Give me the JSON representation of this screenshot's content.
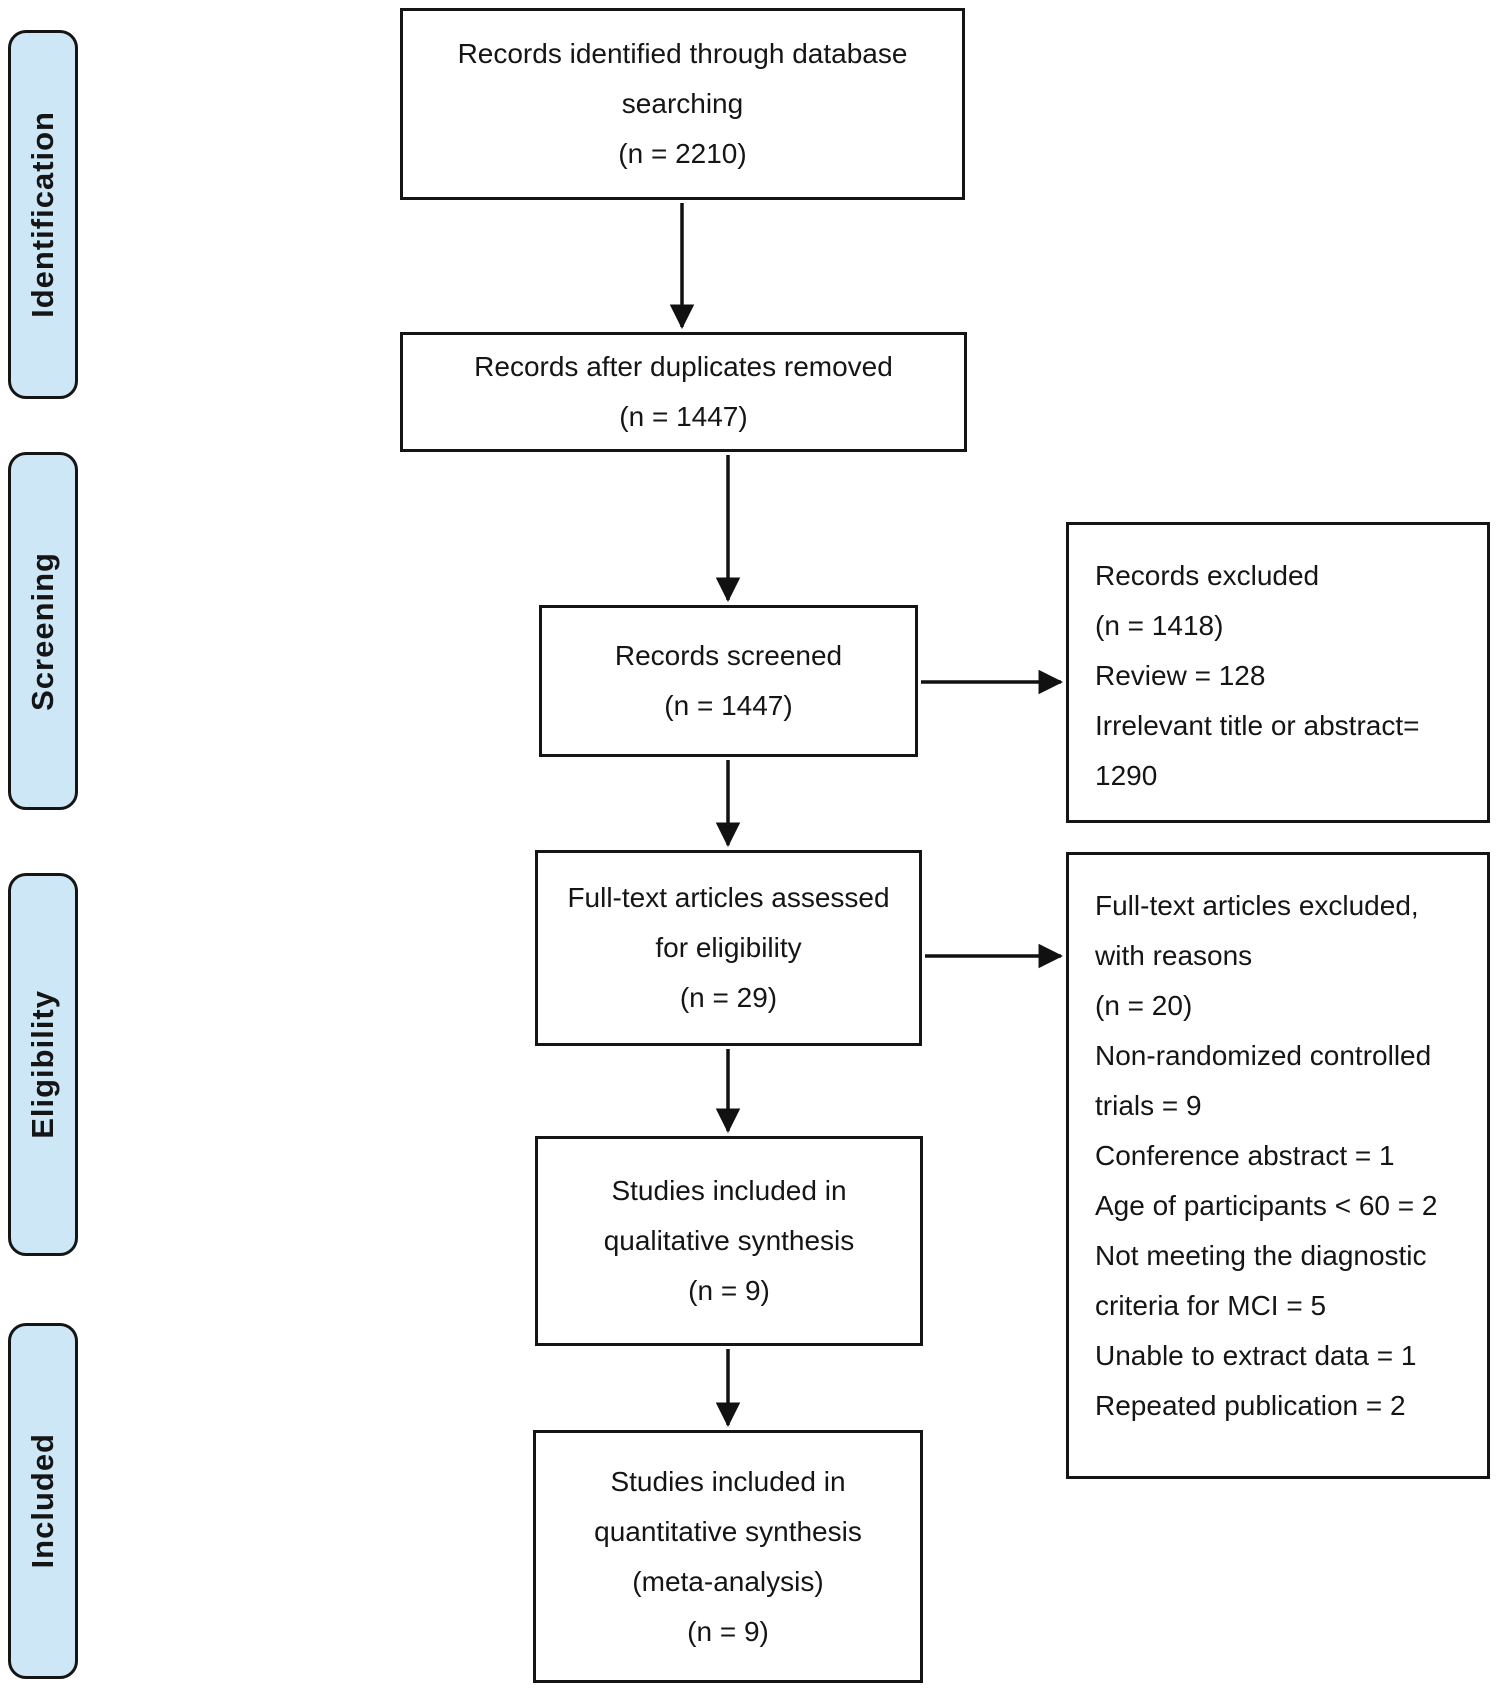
{
  "colors": {
    "stage_fill": "#cde7f7",
    "box_border": "#000000",
    "text": "#1a1a1a",
    "background": "#ffffff"
  },
  "stages": [
    {
      "label": "Identification"
    },
    {
      "label": "Screening"
    },
    {
      "label": "Eligibility"
    },
    {
      "label": "Included"
    }
  ],
  "flow": [
    {
      "name": "records-identified",
      "lines": [
        "Records identified through database",
        "searching",
        "(n = 2210)"
      ]
    },
    {
      "name": "duplicates-removed",
      "lines": [
        "Records after duplicates removed",
        "(n = 1447)"
      ]
    },
    {
      "name": "records-screened",
      "lines": [
        "Records screened",
        "(n = 1447)"
      ]
    },
    {
      "name": "fulltext-assessed",
      "lines": [
        "Full-text articles assessed",
        "for eligibility",
        "(n = 29)"
      ]
    },
    {
      "name": "qualitative-synthesis",
      "lines": [
        "Studies included in",
        "qualitative synthesis",
        "(n = 9)"
      ]
    },
    {
      "name": "quantitative-synthesis",
      "lines": [
        "Studies included in",
        "quantitative synthesis",
        "(meta-analysis)",
        "(n = 9)"
      ]
    }
  ],
  "exclusions": [
    {
      "name": "records-excluded",
      "lines": [
        "Records excluded",
        "(n = 1418)",
        "Review = 128",
        "Irrelevant title or abstract=",
        "1290"
      ]
    },
    {
      "name": "fulltext-excluded",
      "lines": [
        "Full-text articles excluded,",
        "with reasons",
        "(n = 20)",
        "Non-randomized controlled",
        "trials = 9",
        "Conference abstract = 1",
        "Age of participants < 60 = 2",
        "Not meeting the diagnostic",
        "criteria for MCI = 5",
        "Unable to extract data = 1",
        "Repeated publication = 2"
      ]
    }
  ]
}
